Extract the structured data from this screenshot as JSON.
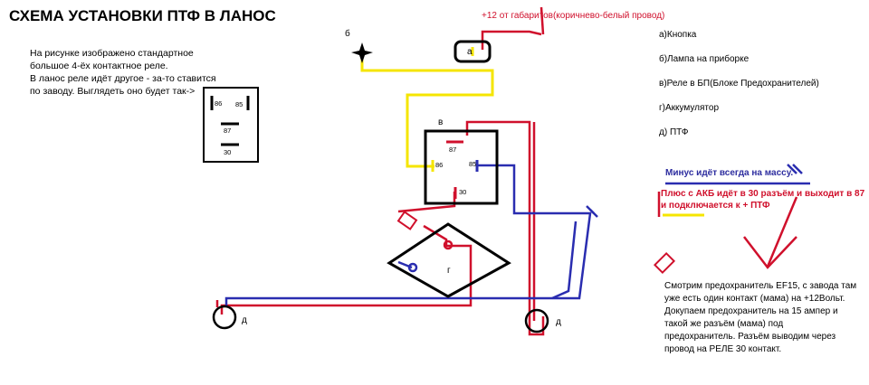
{
  "title": "СХЕМА УСТАНОВКИ ПТФ В ЛАНОС",
  "description": "На рисунке изображено стандартное\nбольшое 4-ёх контактное реле.\nВ ланос реле идёт другое - за-то ставится\nпо заводу. Выглядеть оно будет так->",
  "top_wire_label": "+12 от габаритов(коричнево-белый провод)",
  "legend": [
    "а)Кнопка",
    "б)Лампа на приборке",
    "в)Реле в БП(Блоке Предохранителей)",
    "г)Аккумулятор",
    "д) ПТФ"
  ],
  "notes": {
    "ground": "Минус идёт всегда на массу.",
    "plus": "Плюс с АКБ идёт в 30 разъём и выходит в 87\nи подключается к + ПТФ"
  },
  "fuse_note": "Смотрим предохранитель EF15, с завода там\nуже есть один контакт (мама) на +12Вольт.\nДокупаем предохранитель на 15 ампер и\nтакой же разъём (мама) под\nпредохранитель. Разъём выводим через\nпровод на РЕЛЕ 30 контакт.",
  "labels": {
    "button": "а",
    "lamp": "б",
    "relay": "в",
    "battery": "г",
    "fog_left": "д",
    "fog_right": "д"
  },
  "relay_pins": [
    "87",
    "86",
    "85",
    "30"
  ],
  "small_relay_pins": [
    "86",
    "85",
    "87",
    "30"
  ],
  "colors": {
    "red": "#d0102c",
    "yellow": "#f5e500",
    "blue": "#2a2db0",
    "black": "#000000"
  }
}
